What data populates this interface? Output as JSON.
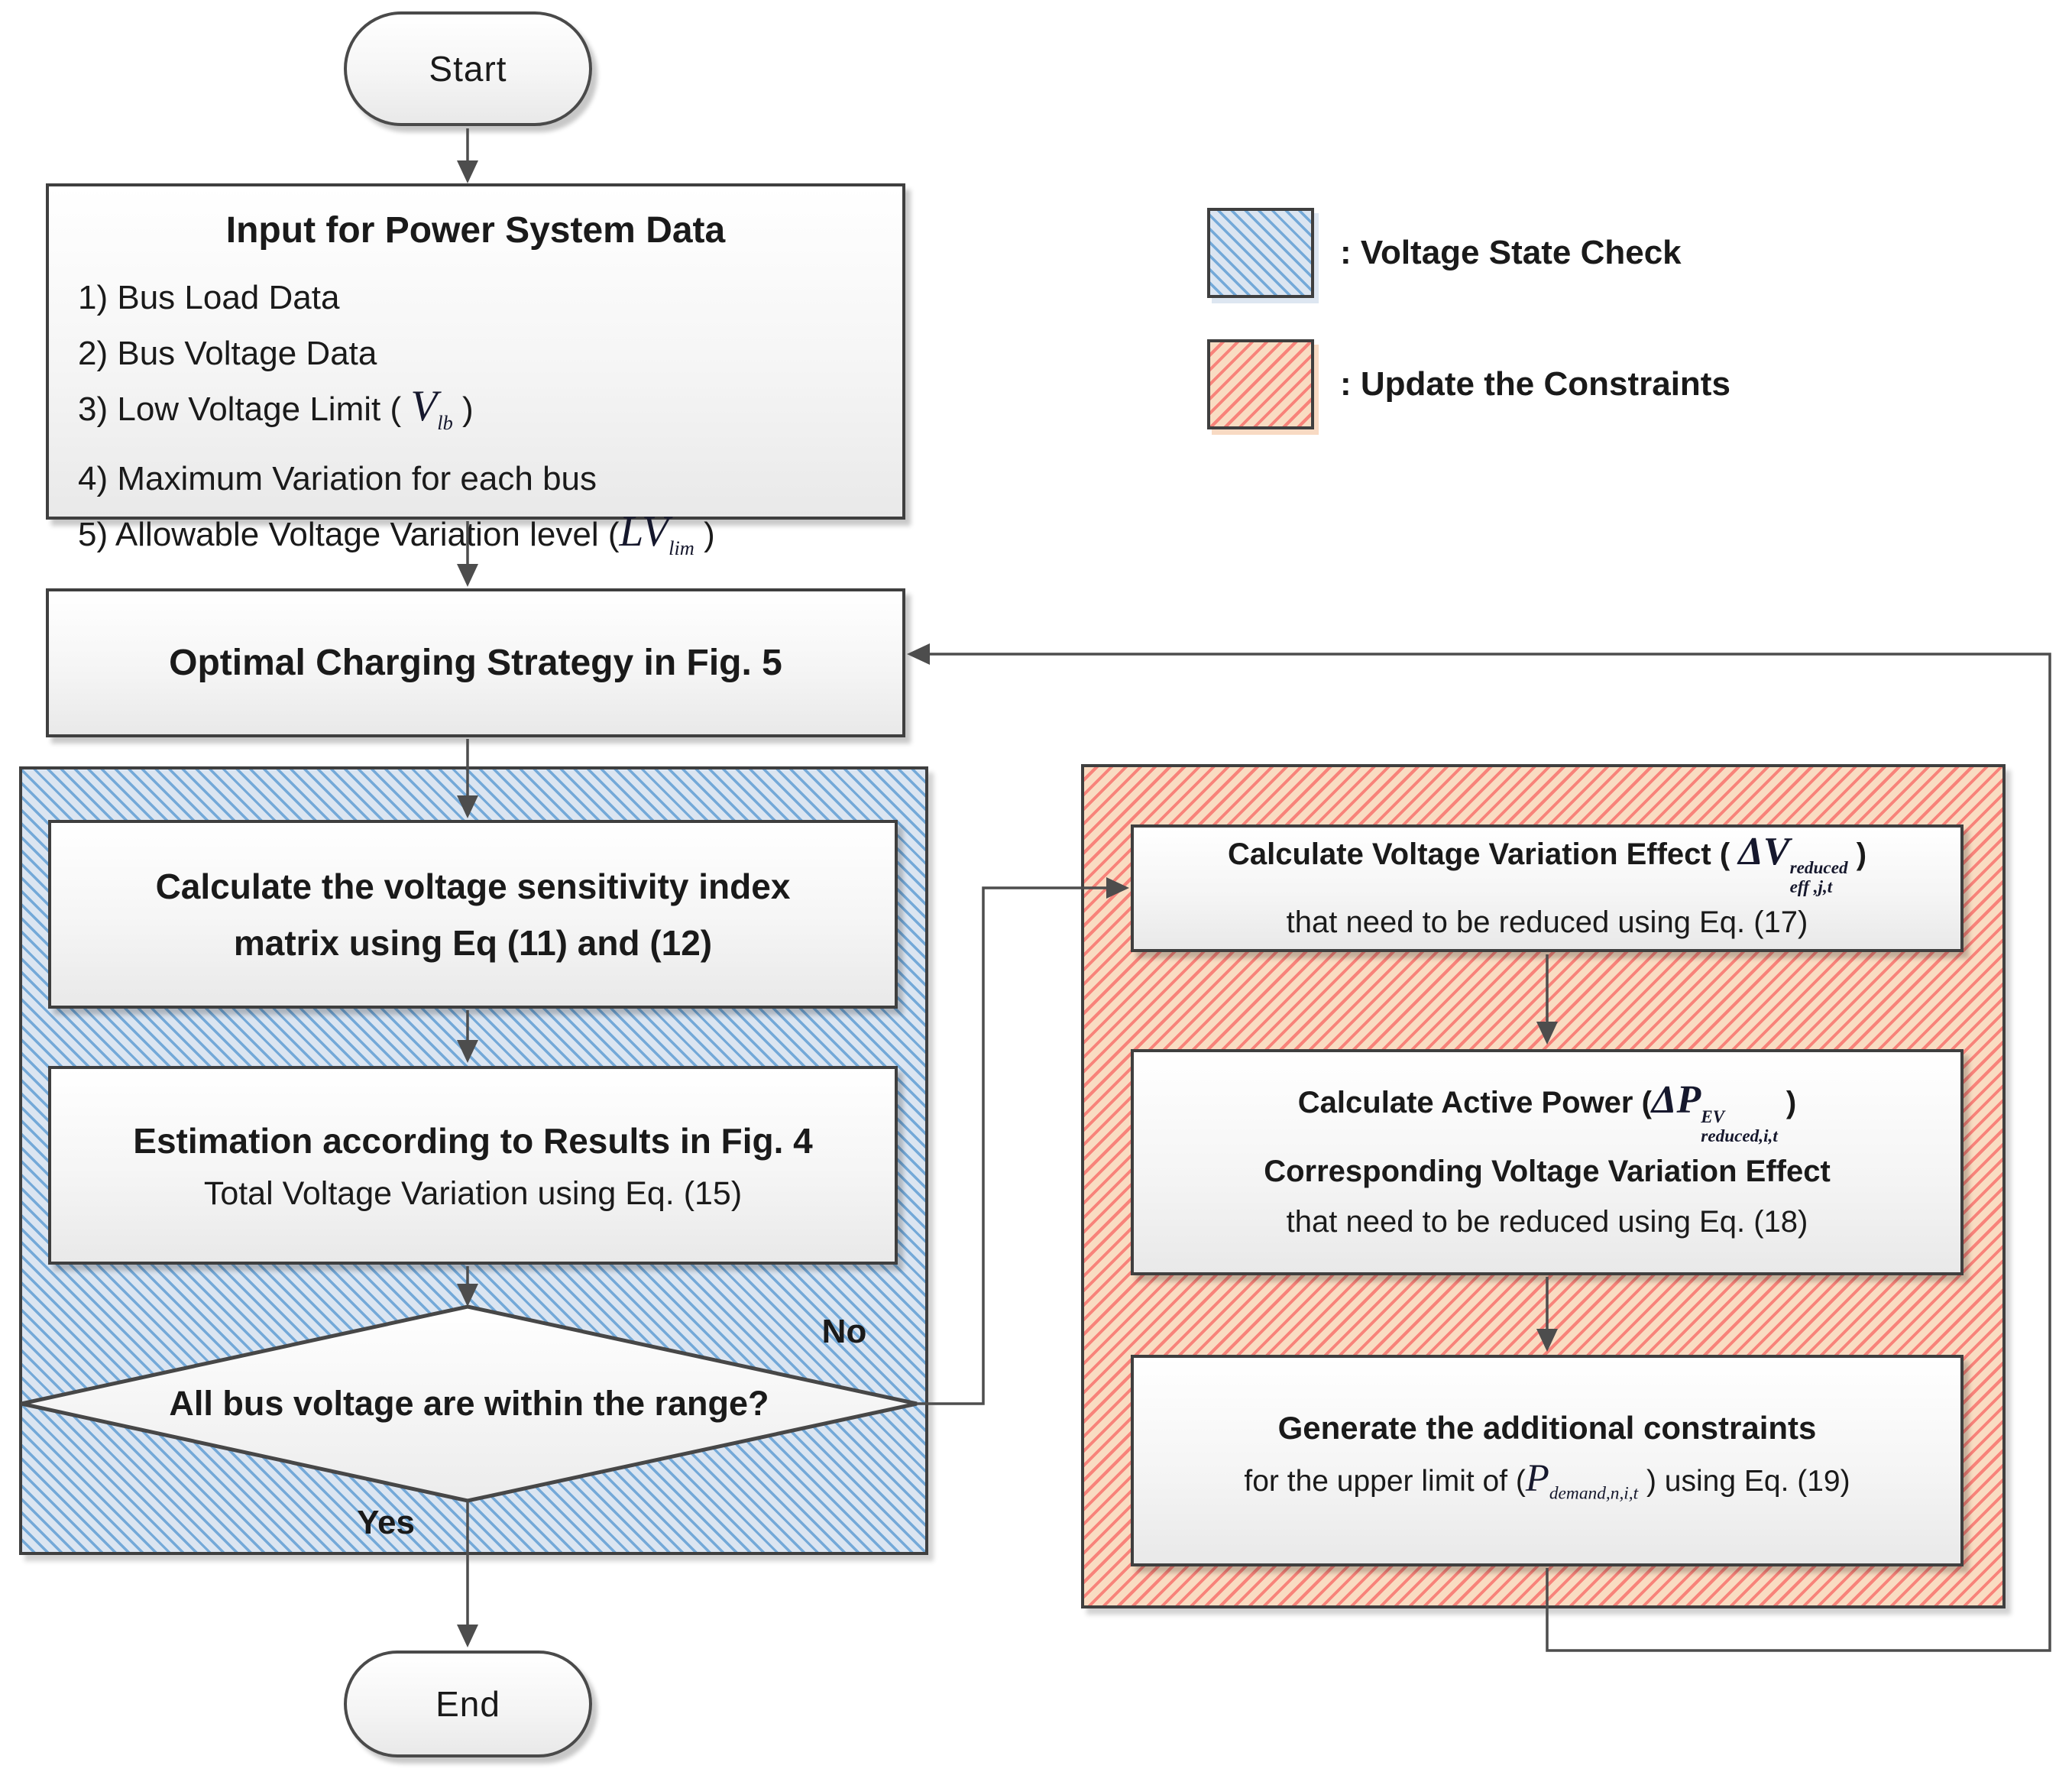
{
  "colors": {
    "box_border": "#3f3f3f",
    "connector": "#4d4d4d",
    "blue_hatch_bg": "#dbe5f1",
    "blue_hatch_line": "#74a9d8",
    "red_hatch_bg": "#f9dcc2",
    "red_hatch_line": "#f8837a"
  },
  "legend": {
    "voltage_state_check": ": Voltage State Check",
    "update_constraints": ": Update the Constraints"
  },
  "nodes": {
    "start": "Start",
    "end": "End",
    "input": {
      "title": "Input for Power System Data",
      "item1": "1) Bus Load Data",
      "item2": "2) Bus Voltage Data",
      "item3_text": "3) Low Voltage Limit ( ",
      "item3_math_base": "V",
      "item3_math_sub": "lb",
      "item3_suffix": " )",
      "item4": "4) Maximum Variation for each bus",
      "item5_text": "5) Allowable Voltage Variation level (",
      "item5_math_base": "LV",
      "item5_math_sub": "lim",
      "item5_suffix": " )"
    },
    "optimal": "Optimal Charging Strategy in Fig. 5",
    "calc_sensitivity": {
      "line1": "Calculate the voltage sensitivity index",
      "line2": "matrix using Eq (11) and (12)"
    },
    "estimation": {
      "line1": "Estimation according to Results in Fig. 4",
      "line2": "Total Voltage Variation using Eq. (15)"
    },
    "decision": "All bus voltage are within the range?",
    "branch_no": "No",
    "branch_yes": "Yes",
    "calc_voltage_effect": {
      "prefix": "Calculate Voltage Variation Effect ( ",
      "math_base": "ΔV",
      "math_sup": "reduced",
      "math_sub": "eff ,j,t",
      "suffix": " )",
      "line2": "that need to be reduced using Eq. (17)"
    },
    "calc_active_power": {
      "prefix": "Calculate Active Power (",
      "math_base": "ΔP",
      "math_sup": "EV",
      "math_sub": "reduced,i,t",
      "suffix": " )",
      "line2": "Corresponding Voltage Variation Effect",
      "line3": "that need to be reduced using Eq. (18)"
    },
    "generate_constraints": {
      "line1": "Generate the additional constraints",
      "prefix": "for the upper limit of (",
      "math_base": "P",
      "math_sub": "demand,n,i,t",
      "suffix": " ) using Eq. (19)"
    }
  }
}
